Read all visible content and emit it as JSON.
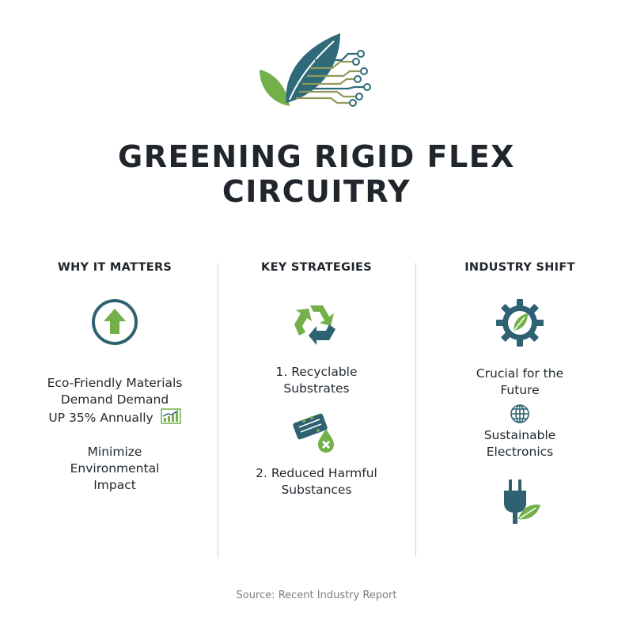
{
  "header": {
    "title_lines": [
      "GREENING RIGID FLEX",
      "CIRCUITRY"
    ],
    "logo_icon": "leaf-circuit-logo-icon"
  },
  "columns": [
    {
      "heading": "WHY IT MATTERS",
      "icon": "arrow-up-circle-icon",
      "stat_lines": [
        "Eco-Friendly Materials",
        "Demand Demand",
        "UP 35% Annually"
      ],
      "stat_icon": "growth-chart-icon",
      "point_lines": [
        "Minimize",
        "Environmental",
        "Impact"
      ]
    },
    {
      "heading": "KEY STRATEGIES",
      "icon": "recycle-icon",
      "item1_lines": [
        "1. Recyclable",
        "Substrates"
      ],
      "icon2": "circuit-board-no-drop-icon",
      "item2_lines": [
        "2. Reduced Harmful",
        "Substances"
      ]
    },
    {
      "heading": "INDUSTRY SHIFT",
      "icon": "gear-leaf-icon",
      "item1_lines": [
        "Crucial for the",
        "Future"
      ],
      "icon2": "globe-icon",
      "item2_lines": [
        "Sustainable",
        "Electronics"
      ],
      "icon3": "plug-leaf-icon"
    }
  ],
  "footer": {
    "source": "Source: Recent Industry Report"
  },
  "colors": {
    "teal": "#2e6272",
    "green": "#74b04a",
    "circuit_olive": "#8f9a5a",
    "text": "#222a30",
    "muted": "#7a7f84",
    "divider": "#cfd3d5"
  }
}
